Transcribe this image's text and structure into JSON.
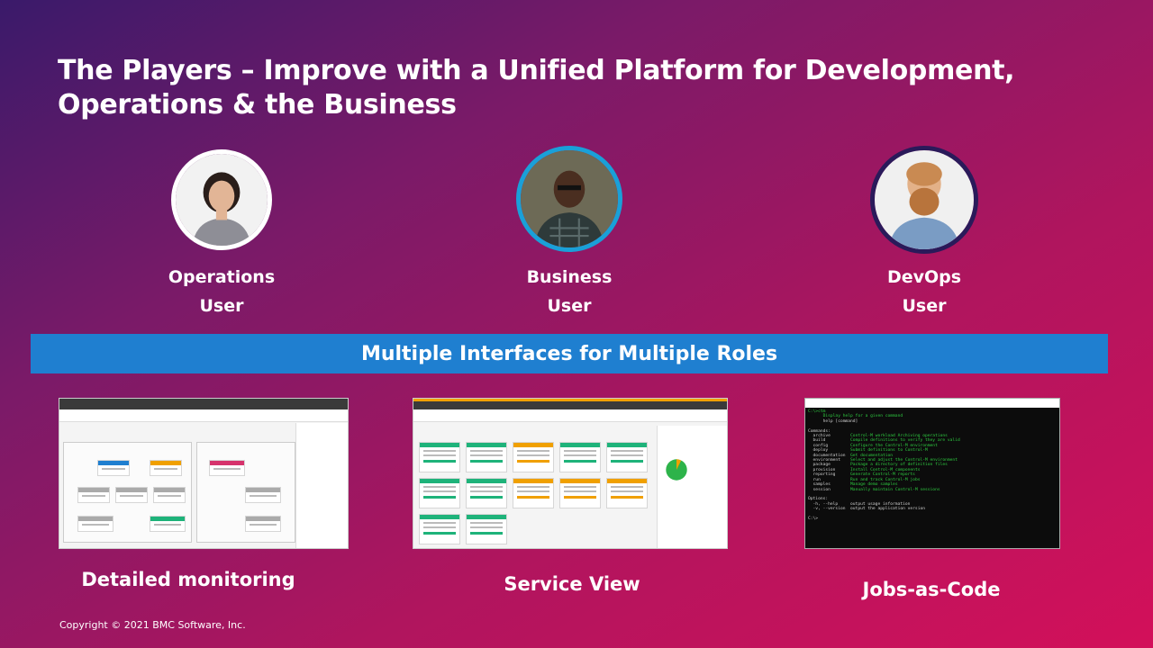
{
  "slide": {
    "title_line1": "The Players – Improve with a Unified Platform for Development,",
    "title_line2": "Operations & the Business",
    "banner": "Multiple Interfaces for Multiple Roles",
    "copyright": "Copyright © 2021 BMC Software, Inc."
  },
  "personas": [
    {
      "line1": "Operations",
      "line2": "User"
    },
    {
      "line1": "Business",
      "line2": "User"
    },
    {
      "line1": "DevOps",
      "line2": "User"
    }
  ],
  "screens": [
    {
      "caption": "Detailed monitoring"
    },
    {
      "caption": "Service View"
    },
    {
      "caption": "Jobs-as-Code"
    }
  ],
  "colors": {
    "banner": "#1f7fd0",
    "background_top": "#3a1a6a",
    "background_bottom": "#d3105a",
    "job_ok": "#1eb37a",
    "job_warn": "#f0a000",
    "terminal_text": "#2ecc40"
  }
}
